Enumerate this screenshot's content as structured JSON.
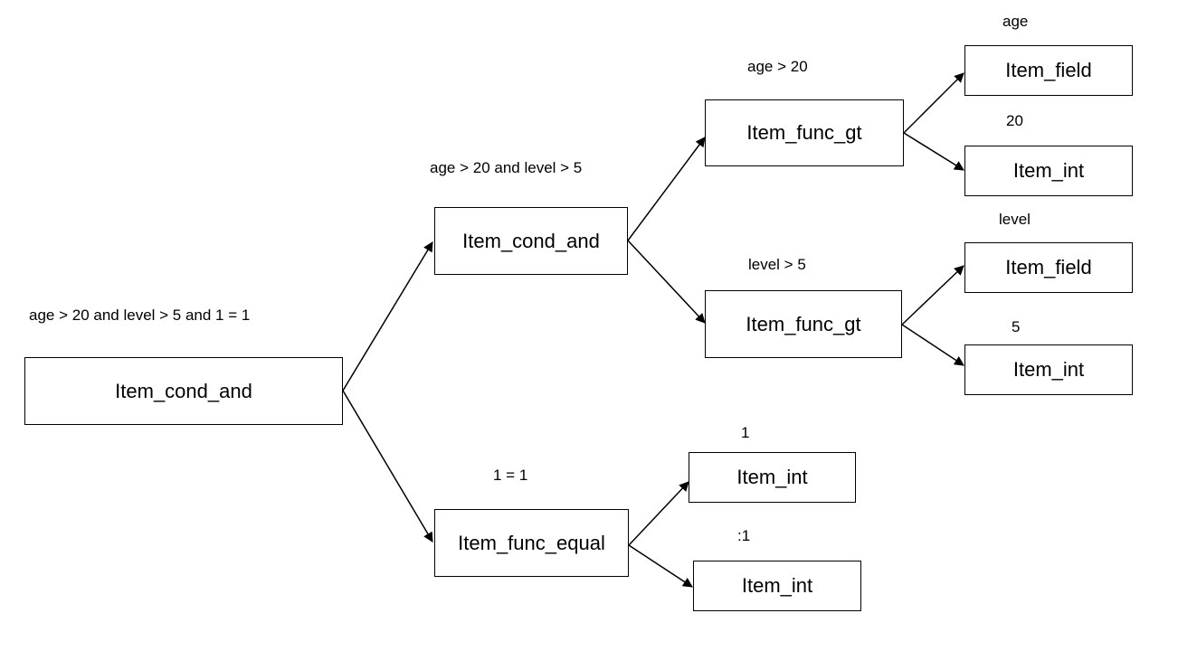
{
  "nodes": {
    "root": "Item_cond_and",
    "and_left": "Item_cond_and",
    "equal": "Item_func_equal",
    "gt_top": "Item_func_gt",
    "gt_bottom": "Item_func_gt",
    "field_age": "Item_field",
    "int_20": "Item_int",
    "field_level": "Item_field",
    "int_5": "Item_int",
    "int_1a": "Item_int",
    "int_1b": "Item_int"
  },
  "labels": {
    "root": "age > 20 and level > 5 and 1 = 1",
    "and_left": "age > 20 and level > 5",
    "equal": "1 = 1",
    "gt_top": "age > 20",
    "gt_bottom": "level > 5",
    "field_age": "age",
    "int_20": "20",
    "field_level": "level",
    "int_5": "5",
    "int_1a": "1",
    "int_1b": ":1"
  }
}
